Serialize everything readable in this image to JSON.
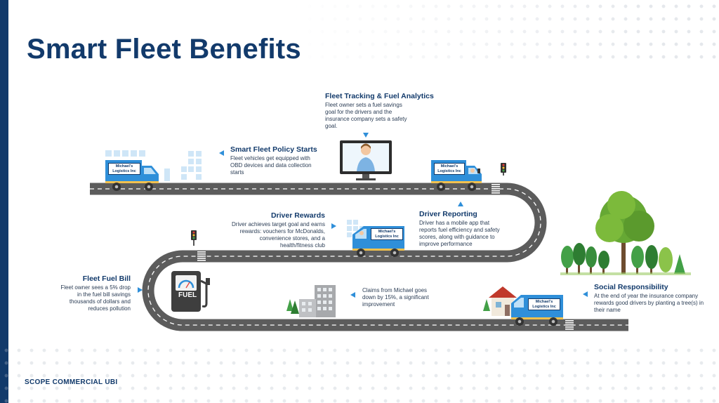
{
  "title": "Smart Fleet Benefits",
  "footer": "SCOPE COMMERCIAL UBI",
  "truck_sign": "Michael's Logistics Inc",
  "fuel_label": "FUEL",
  "colors": {
    "navy": "#123a6b",
    "accent": "#2f8fd9",
    "road": "#5c5c5c",
    "truck": "#2f8fd9"
  },
  "callouts": {
    "fleet_tracking": {
      "heading": "Fleet Tracking & Fuel Analytics",
      "text": "Fleet owner sets a fuel savings goal for the drivers and the insurance company sets a safety goal."
    },
    "policy_starts": {
      "heading": "Smart Fleet Policy Starts",
      "text": "Fleet vehicles get equipped with OBD devices and data collection starts"
    },
    "driver_rewards": {
      "heading": "Driver Rewards",
      "text": "Driver achieves target goal and earns rewards: vouchers for McDonalds, convenience stores, and a health/fitness club"
    },
    "driver_reporting": {
      "heading": "Driver Reporting",
      "text": "Driver has a mobile app that reports fuel efficiency and safety scores, along with guidance to improve performance"
    },
    "fuel_bill": {
      "heading": "Fleet Fuel Bill",
      "text": "Fleet owner sees a 5% drop in the fuel bill savings thousands of dollars and reduces pollution"
    },
    "claims": {
      "heading": "",
      "text": "Claims from Michael goes down by 15%, a significant improvement"
    },
    "social": {
      "heading": "Social Responsibility",
      "text": "At the end of year the insurance company rewards good drivers by planting a tree(s) in their name"
    }
  }
}
